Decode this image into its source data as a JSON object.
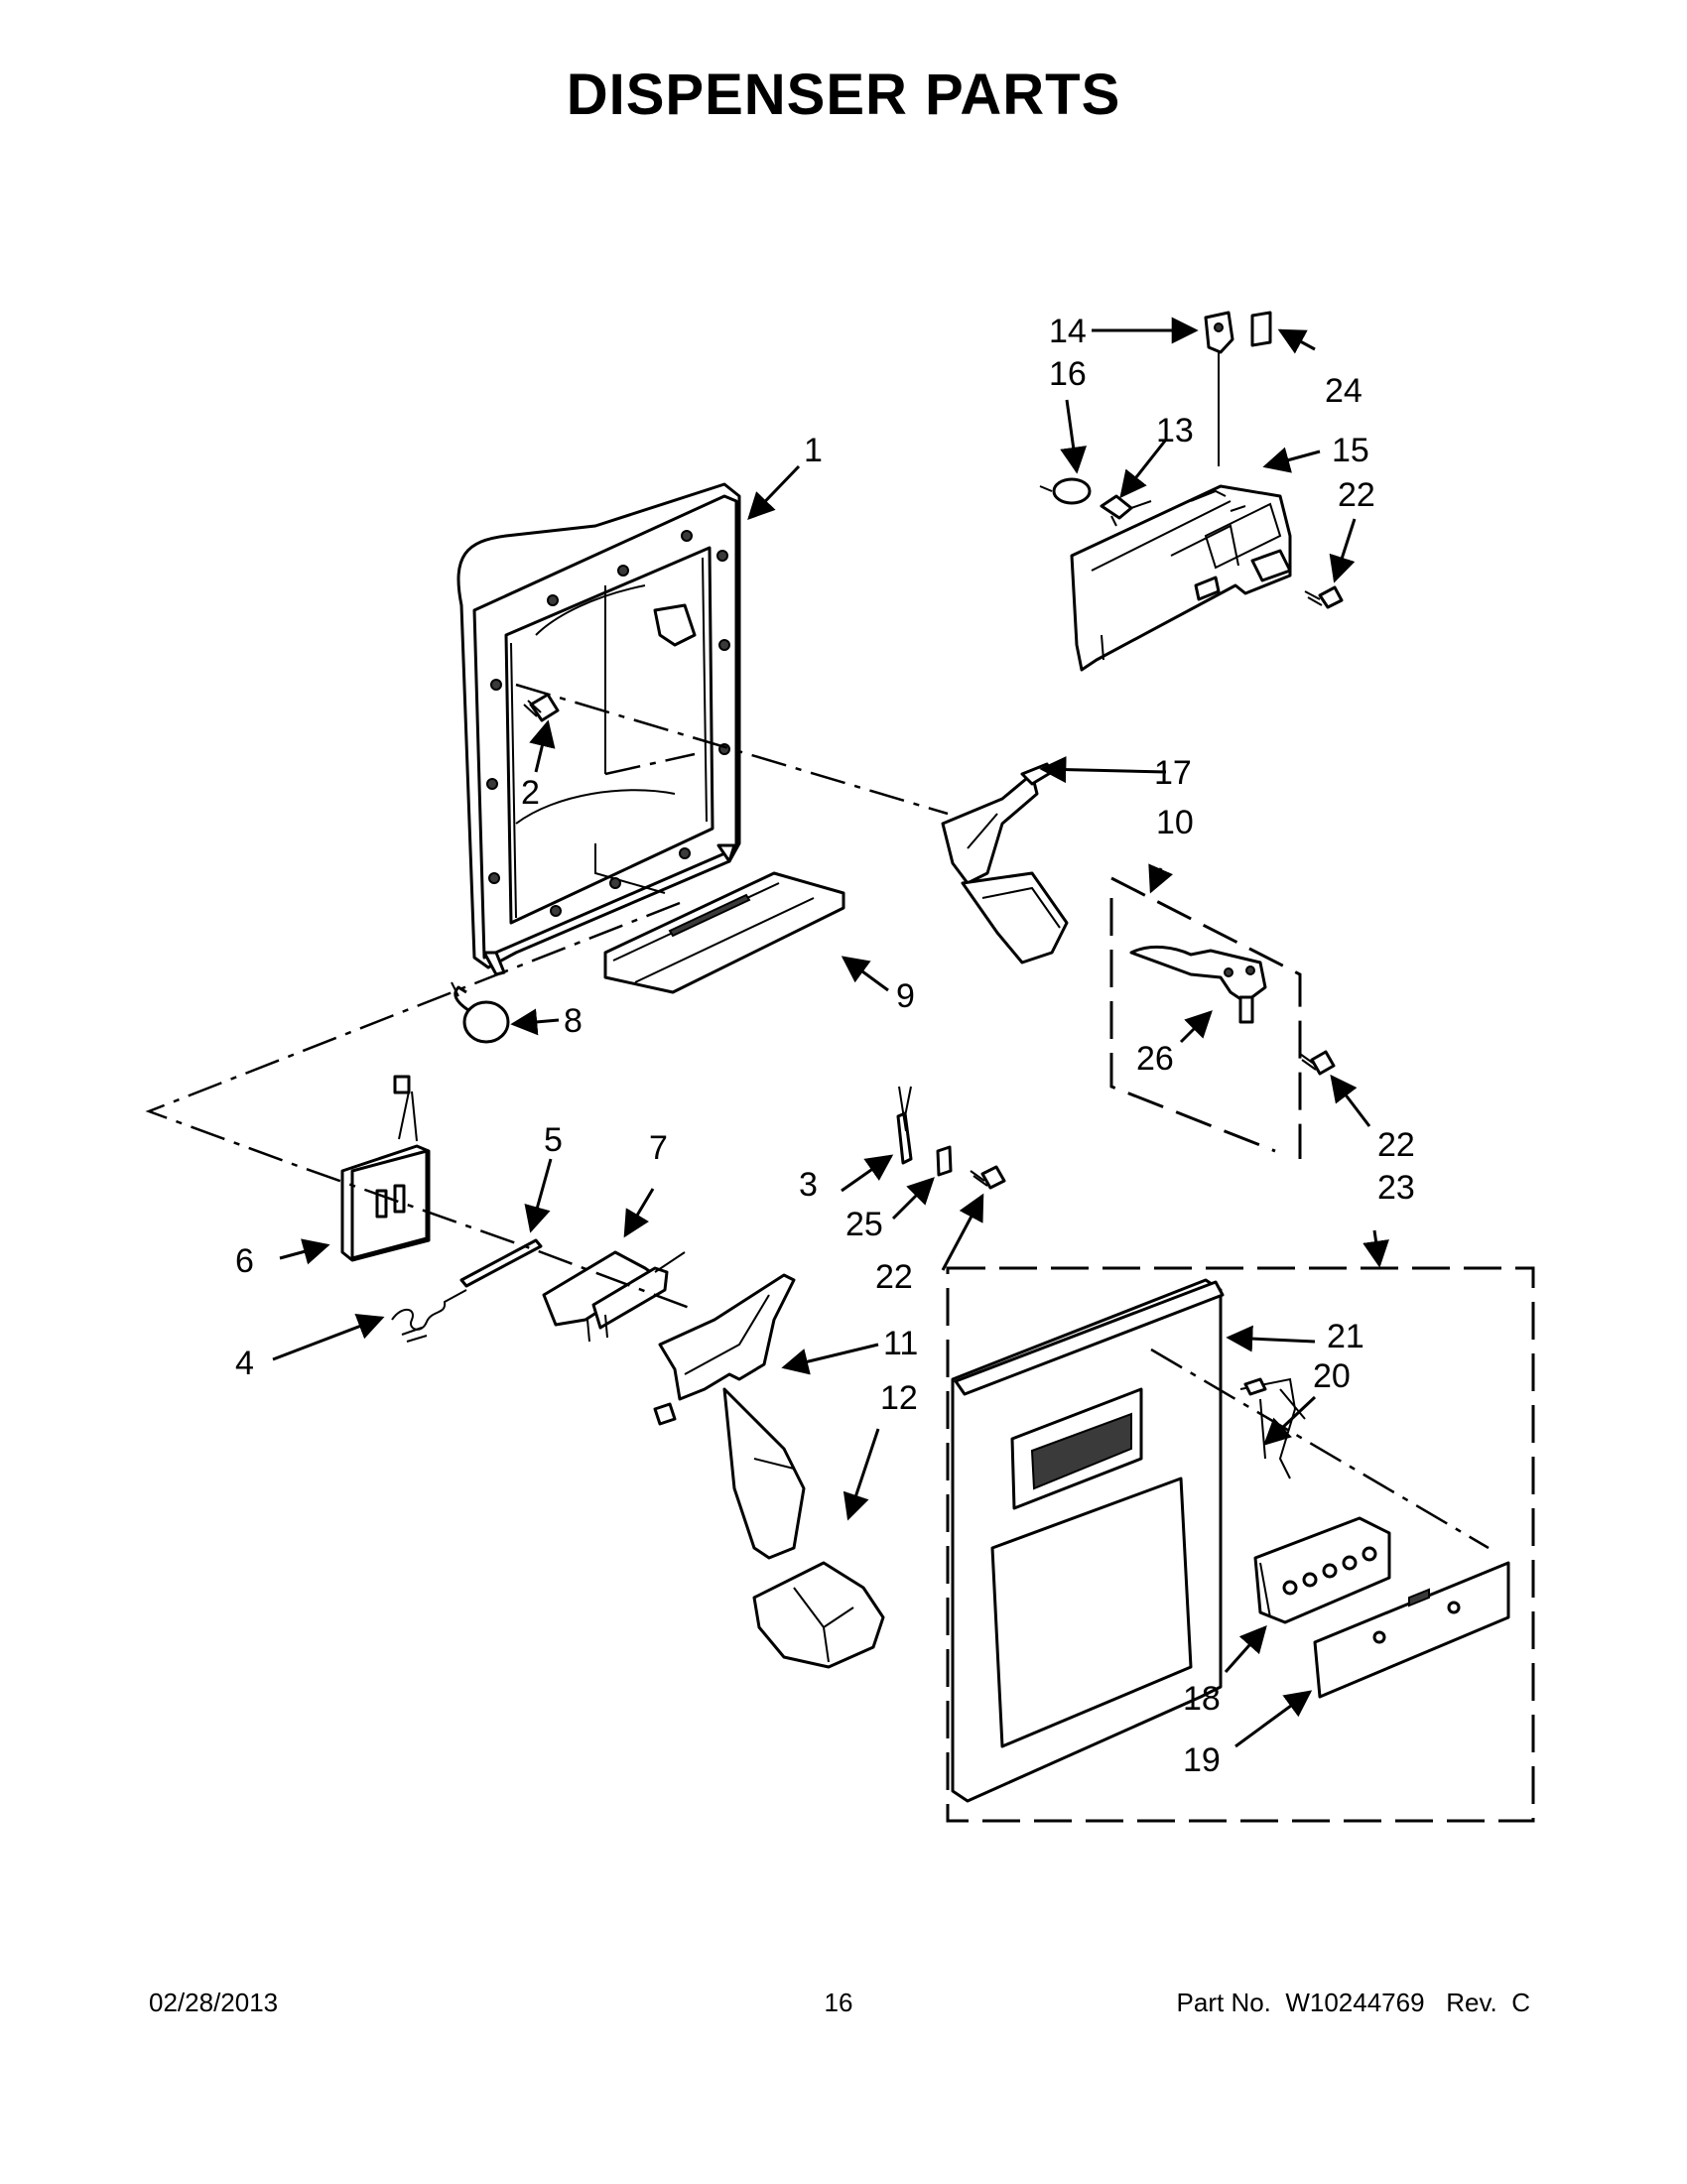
{
  "title": "DISPENSER PARTS",
  "callouts": {
    "c1": "1",
    "c2": "2",
    "c3": "3",
    "c4": "4",
    "c5": "5",
    "c6": "6",
    "c7": "7",
    "c8": "8",
    "c9": "9",
    "c10": "10",
    "c11": "11",
    "c12": "12",
    "c13": "13",
    "c14": "14",
    "c15": "15",
    "c16": "16",
    "c17": "17",
    "c18": "18",
    "c19": "19",
    "c20": "20",
    "c21": "21",
    "c22a": "22",
    "c22b": "22",
    "c22c": "22",
    "c23": "23",
    "c24": "24",
    "c25": "25",
    "c26": "26"
  },
  "footer": {
    "date": "02/28/2013",
    "page": "16",
    "part_no": "Part No.  W10244769   Rev.  C"
  }
}
